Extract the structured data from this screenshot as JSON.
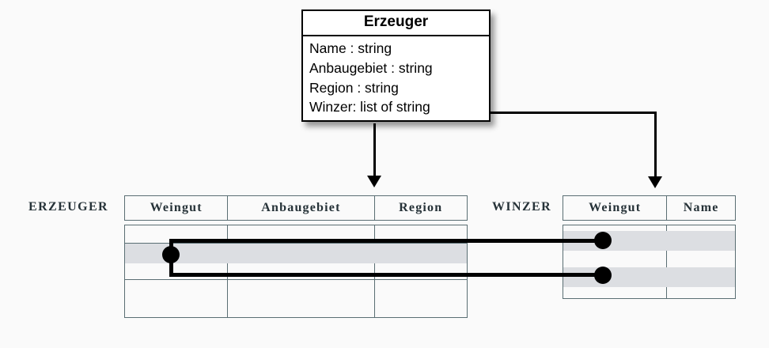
{
  "diagram": {
    "title": "Erzeuger class to relational tables mapping",
    "background_color": "#fafafa",
    "line_color": "#000000",
    "table_border_color": "#5a6e73",
    "highlight_color": "#dcdee2"
  },
  "uml_class": {
    "name": "Erzeuger",
    "attributes": [
      {
        "text": "Name : string"
      },
      {
        "text": "Anbaugebiet : string"
      },
      {
        "text": "Region : string"
      },
      {
        "text": "Winzer: list of string"
      }
    ]
  },
  "tables": [
    {
      "label": "ERZEUGER",
      "columns": [
        "Weingut",
        "Anbaugebiet",
        "Region"
      ],
      "row_count": 4,
      "highlighted_rows": [
        2
      ]
    },
    {
      "label": "WINZER",
      "columns": [
        "Weingut",
        "Name"
      ],
      "row_count": 3,
      "highlighted_rows": [
        1,
        3
      ]
    }
  ],
  "connectors": {
    "arrow_to_erzeuger": {
      "from": "Erzeuger class box",
      "to": "ERZEUGER.Anbaugebiet column",
      "style": "solid-arrow"
    },
    "arrow_to_winzer": {
      "from": "Winzer: list of string attribute",
      "to": "WINZER.Weingut column",
      "style": "solid-arrow-elbow"
    },
    "foreign_key_links": [
      {
        "from": "ERZEUGER row 2 Weingut",
        "to": "WINZER row 1 Weingut"
      },
      {
        "from": "ERZEUGER row 2 Weingut",
        "to": "WINZER row 3 Weingut"
      }
    ]
  }
}
